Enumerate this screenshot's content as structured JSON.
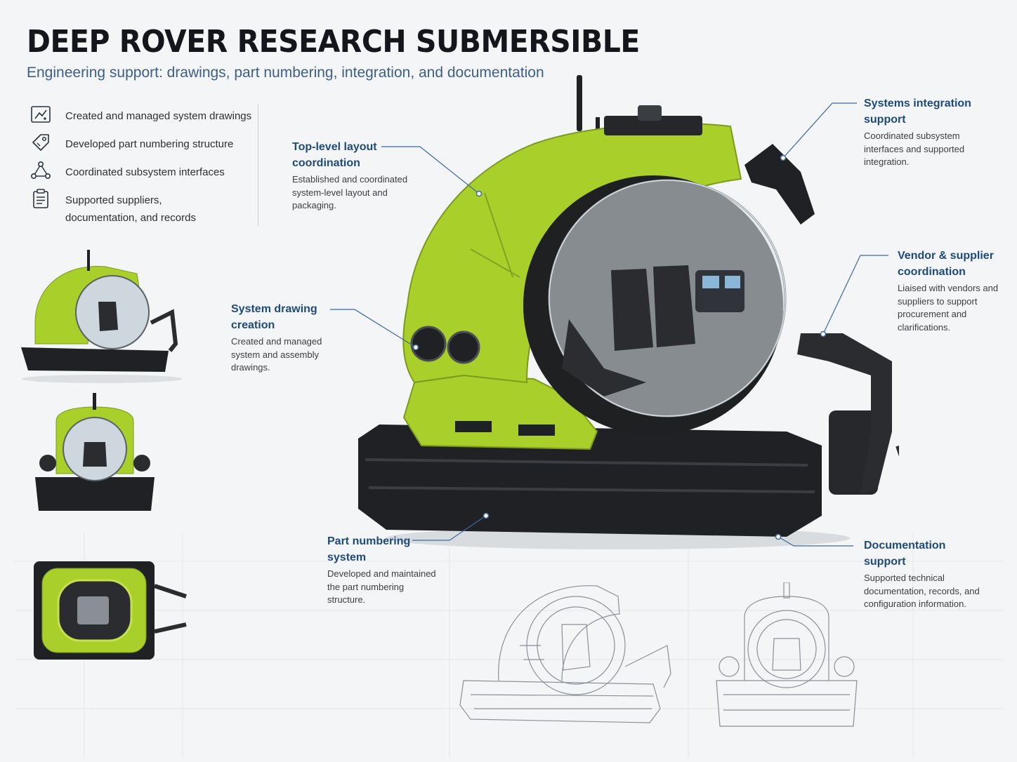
{
  "header": {
    "title": "DEEP ROVER RESEARCH SUBMERSIBLE",
    "subtitle": "Engineering support: drawings, part numbering, integration, and documentation"
  },
  "features": [
    {
      "icon": "drawing-icon",
      "label": "Created and managed system drawings"
    },
    {
      "icon": "tag-icon",
      "label": "Developed part numbering structure"
    },
    {
      "icon": "network-icon",
      "label": "Coordinated subsystem interfaces"
    },
    {
      "icon": "clipboard-icon",
      "label": "Supported suppliers, documentation, and records"
    }
  ],
  "callouts": {
    "top_level_layout": {
      "title": "Top-level layout coordination",
      "desc": "Established and coordinated system-level layout and packaging."
    },
    "systems_integration": {
      "title": "Systems integration support",
      "desc": "Coordinated subsystem interfaces and supported integration."
    },
    "vendor_supplier": {
      "title": "Vendor & supplier coordination",
      "desc": "Liaised with vendors and suppliers to support procurement and clarifications."
    },
    "system_drawing": {
      "title": "System drawing creation",
      "desc": "Created and managed system and assembly drawings."
    },
    "part_numbering": {
      "title": "Part numbering system",
      "desc": "Developed and maintained the part numbering structure."
    },
    "documentation": {
      "title": "Documentation support",
      "desc": "Supported technical documentation, records, and configuration information."
    }
  },
  "colors": {
    "hull_green": "#a9cf2b",
    "frame_black": "#1f2124",
    "accent_blue": "#1f4a7c",
    "leader_line": "#3d6a9e"
  }
}
